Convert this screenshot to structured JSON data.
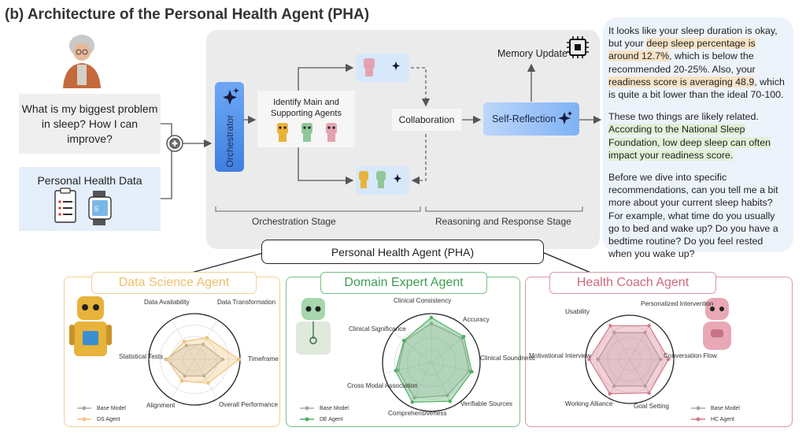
{
  "title": "(b) Architecture of the Personal Health Agent (PHA)",
  "user_query": "What is my biggest problem in sleep? How I can improve?",
  "health_data_label": "Personal Health Data",
  "orchestrator_label": "Orchestrator",
  "identify_label": "Identify Main and Supporting Agents",
  "collaboration_label": "Collaboration",
  "self_reflection_label": "Self-Reflection",
  "memory_update_label": "Memory Update",
  "stage_orchestration": "Orchestration Stage",
  "stage_reasoning": "Reasoning and Response Stage",
  "pha_label": "Personal Health Agent (PHA)",
  "response": {
    "p1_a": "It looks like your sleep duration is okay, but your ",
    "p1_hl1": "deep sleep percentage is around 12.7%",
    "p1_b": ", which is below the recommended 20-25%. Also, your ",
    "p1_hl2": "readiness score is averaging 48.9",
    "p1_c": ", which is quite a bit lower than the ideal 70-100.",
    "p2_a": "These two things are likely related. ",
    "p2_hl": "According to the National Sleep Foundation, low deep sleep can often impact your readiness score.",
    "p3": "Before we dive into specific recommendations, can you tell me a bit more about your current sleep habits? For example, what time do you usually go to bed and wake up? Do you have a bedtime routine? Do you feel rested when you wake up?"
  },
  "agents": {
    "ds": {
      "title": "Data Science Agent",
      "color": "#f0c27a",
      "axes": [
        "Data Availability",
        "Data Transformation",
        "Timeframe",
        "Overall Performance",
        "Alignment",
        "Statistical Tests"
      ],
      "legend": [
        "Base Model",
        "DS Agent"
      ]
    },
    "de": {
      "title": "Domain Expert Agent",
      "color": "#4caf63",
      "axes": [
        "Clinical Consistency",
        "Accuracy",
        "Clinical Soundness",
        "Verifiable Sources",
        "Comprehensiveness",
        "Cross Modal Association",
        "Clinical Significance"
      ],
      "legend": [
        "Base Model",
        "DE Agent"
      ]
    },
    "hc": {
      "title": "Health Coach Agent",
      "color": "#d6788b",
      "axes": [
        "Personalized Intervention",
        "Conversation Flow",
        "Goal Setting",
        "Working Alliance",
        "Motivational Interview",
        "Usability"
      ],
      "legend": [
        "Base Model",
        "HC Agent"
      ]
    }
  },
  "chart_data": [
    {
      "type": "radar",
      "categories": [
        "Data Availability",
        "Data Transformation",
        "Timeframe",
        "Overall Performance",
        "Alignment",
        "Statistical Tests"
      ],
      "series": [
        {
          "name": "Base Model",
          "values": [
            0.35,
            0.38,
            0.62,
            0.42,
            0.42,
            0.62
          ]
        },
        {
          "name": "DS Agent",
          "values": [
            0.45,
            0.55,
            0.98,
            0.6,
            0.55,
            0.6
          ]
        }
      ]
    },
    {
      "type": "radar",
      "categories": [
        "Clinical Consistency",
        "Accuracy",
        "Clinical Soundness",
        "Verifiable Sources",
        "Comprehensiveness",
        "Cross Modal Association",
        "Clinical Significance"
      ],
      "series": [
        {
          "name": "Base Model",
          "values": [
            0.8,
            0.8,
            0.8,
            0.75,
            0.8,
            0.7,
            0.7
          ]
        },
        {
          "name": "DE Agent",
          "values": [
            0.92,
            0.85,
            0.85,
            0.88,
            0.9,
            0.75,
            0.72
          ]
        }
      ]
    },
    {
      "type": "radar",
      "categories": [
        "Personalized Intervention",
        "Conversation Flow",
        "Goal Setting",
        "Working Alliance",
        "Motivational Interview",
        "Usability"
      ],
      "series": [
        {
          "name": "Base Model",
          "values": [
            0.7,
            0.7,
            0.7,
            0.7,
            0.72,
            0.7
          ]
        },
        {
          "name": "HC Agent",
          "values": [
            0.88,
            0.88,
            0.88,
            0.9,
            0.92,
            0.88
          ]
        }
      ]
    }
  ]
}
